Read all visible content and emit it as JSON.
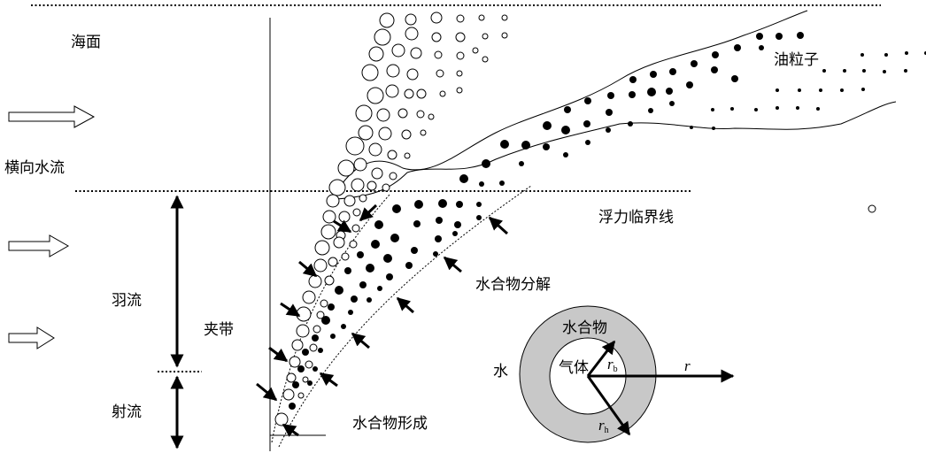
{
  "labels": {
    "sea_surface": "海面",
    "cross_current": "横向水流",
    "oil_particles": "油粒子",
    "buoyancy_critical_line": "浮力临界线",
    "hydrate_decomposition": "水合物分解",
    "plume": "羽流",
    "entrainment_zone": "夹带",
    "jet": "射流",
    "hydrate_formation": "水合物形成",
    "hydrate": "水合物",
    "gas": "气体",
    "water": "水",
    "r_b": "r",
    "r_b_sub": "b",
    "r_h": "r",
    "r_h_sub": "h",
    "r": "r"
  },
  "colors": {
    "ink": "#000000",
    "hydrate_shell": "#c8c8c8",
    "background": "#ffffff"
  }
}
